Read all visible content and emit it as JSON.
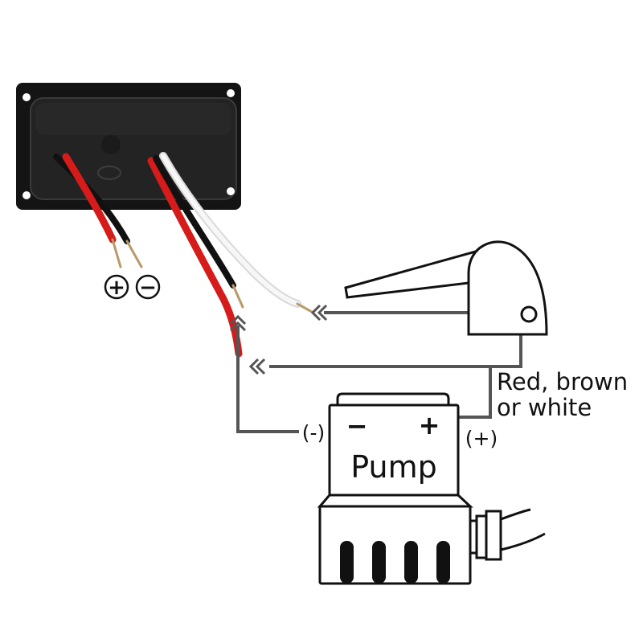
{
  "diagram": {
    "terminal_plus": "+",
    "terminal_minus": "−",
    "float_switch_note": "Red, brown or white",
    "float_switch_note_line1": "Red, brown",
    "float_switch_note_line2": "or white",
    "pump": {
      "label": "Pump",
      "minus_sign": "−",
      "plus_sign": "+",
      "neg_lead_label": "(-)",
      "pos_lead_label": "(+)"
    },
    "panel": {
      "wire_colors": [
        "#d61b1b",
        "#111111",
        "#f2f2f2"
      ],
      "panel_color": "#141414"
    }
  }
}
